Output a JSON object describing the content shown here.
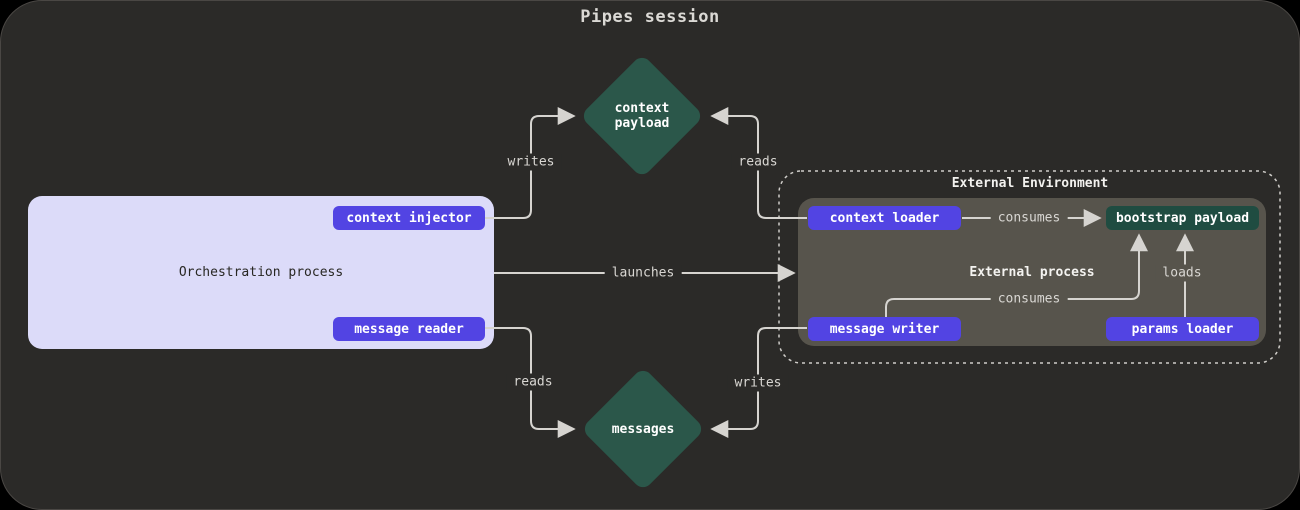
{
  "title": "Pipes session",
  "colors": {
    "canvas_bg": "#2b2a28",
    "node_purple": "#5244e3",
    "node_lavender": "#dcdbf9",
    "diamond_green": "#2b574a",
    "bootstrap_green": "#1f4c41",
    "external_process_bg": "#57544c",
    "line": "#d6d4d0"
  },
  "nodes": {
    "orchestration_process": {
      "label": "Orchestration process"
    },
    "context_injector": {
      "label": "context injector"
    },
    "message_reader": {
      "label": "message reader"
    },
    "context_payload": {
      "label_line1": "context",
      "label_line2": "payload"
    },
    "messages": {
      "label": "messages"
    },
    "external_environment": {
      "label": "External Environment"
    },
    "external_process": {
      "label": "External process"
    },
    "context_loader": {
      "label": "context loader"
    },
    "message_writer": {
      "label": "message writer"
    },
    "params_loader": {
      "label": "params loader"
    },
    "bootstrap_payload": {
      "label": "bootstrap payload"
    }
  },
  "edges": {
    "injector_writes_payload": {
      "label": "writes",
      "from": "context injector",
      "to": "context payload"
    },
    "loader_reads_payload": {
      "label": "reads",
      "from": "context loader",
      "to": "context payload"
    },
    "launches": {
      "label": "launches",
      "from": "Orchestration process",
      "to": "External process"
    },
    "reader_reads_messages": {
      "label": "reads",
      "from": "message reader",
      "to": "messages"
    },
    "writer_writes_messages": {
      "label": "writes",
      "from": "message writer",
      "to": "messages"
    },
    "loader_consumes_bootstrap": {
      "label": "consumes",
      "from": "context loader",
      "to": "bootstrap payload"
    },
    "writer_consumes_bootstrap": {
      "label": "consumes",
      "from": "message writer",
      "to": "bootstrap payload"
    },
    "params_loads_bootstrap": {
      "label": "loads",
      "from": "params loader",
      "to": "bootstrap payload"
    }
  }
}
